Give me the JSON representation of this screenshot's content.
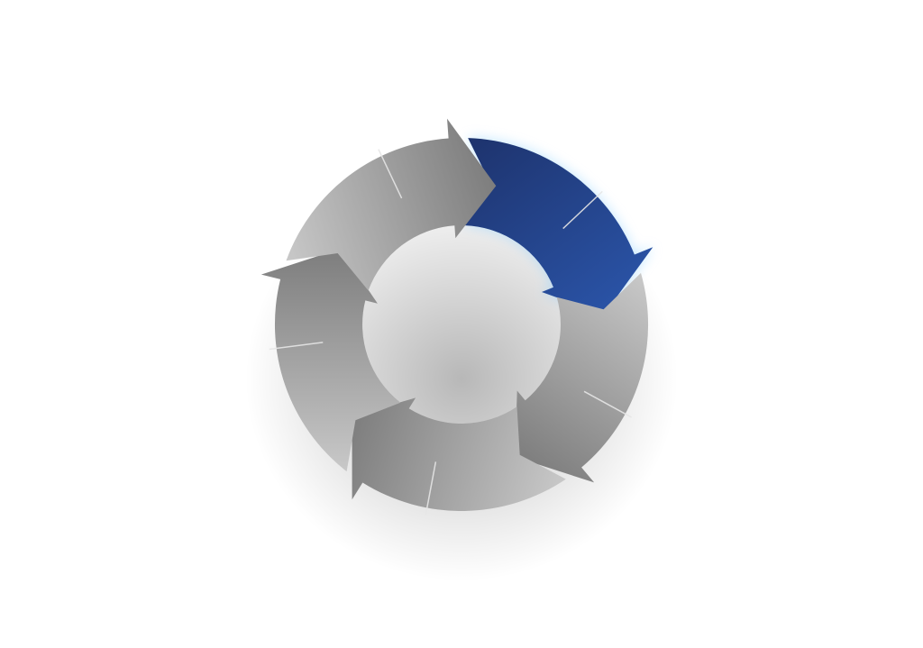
{
  "diagram": {
    "type": "cycle",
    "segment_count": 5,
    "direction": "clockwise",
    "highlighted_segment": 1,
    "colors": {
      "background": "#ffffff",
      "highlight_start": "#1c2f66",
      "highlight_end": "#2a53a6",
      "highlight_glow": "#8fd0ff",
      "gray_light": "#d2d2d2",
      "gray_dark": "#7d7d7d",
      "divider": "#e6e6e6"
    },
    "segments": [
      {
        "id": "seg-1",
        "highlighted": true
      },
      {
        "id": "seg-2",
        "highlighted": false
      },
      {
        "id": "seg-3",
        "highlighted": false
      },
      {
        "id": "seg-4",
        "highlighted": false
      },
      {
        "id": "seg-5",
        "highlighted": false
      }
    ]
  }
}
